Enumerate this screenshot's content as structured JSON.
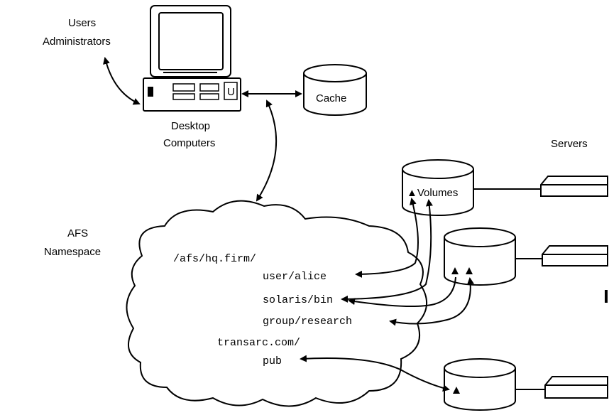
{
  "labels": {
    "users": "Users",
    "administrators": "Administrators",
    "desktop": "Desktop",
    "computers": "Computers",
    "cache": "Cache",
    "servers": "Servers",
    "afs": "AFS",
    "namespace": "Namespace",
    "volumes": "▲Volumes"
  },
  "paths": {
    "root": "/afs/hq.firm/",
    "user_alice": "user/alice",
    "solaris_bin": "solaris/bin",
    "group_research": "group/research",
    "transarc": "transarc.com/",
    "pub": "pub"
  },
  "colors": {
    "ink": "#000000",
    "paper": "#ffffff"
  }
}
